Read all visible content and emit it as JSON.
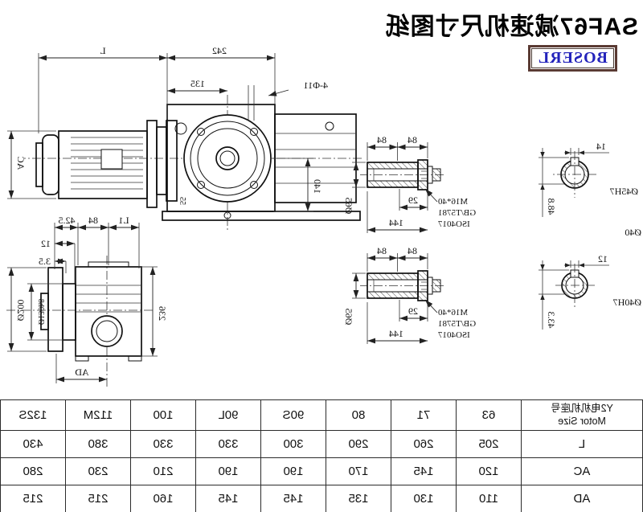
{
  "title": "SAF67减速机尺寸图纸",
  "logo": "BOSERL",
  "colors": {
    "line": "#111111",
    "logo_text": "#2323bb",
    "logo_border": "#5a3a33",
    "background": "#ffffff"
  },
  "main_view": {
    "dim_L": "L",
    "dim_242": "242",
    "dim_135": "135",
    "dim_holes": "4-Φ11",
    "dim_AC": "AC",
    "dim_140": "140",
    "dim_55": "55"
  },
  "side_view": {
    "dim_L1": "L1",
    "dim_84": "84",
    "dim_42_5": "42.5",
    "dim_12": "12",
    "dim_3_5": "3.5",
    "dim_od200": "Ø200",
    "dim_od130": "Ø130h8",
    "dim_236": "236",
    "dim_AD": "AD"
  },
  "shaft_detail": {
    "dim_84_left": "84",
    "dim_84_right": "84",
    "dim_od65": "Ø65",
    "dim_29": "29",
    "dim_144": "144",
    "note_line1": "M16*40",
    "note_line2": "GB/T5781",
    "note_line3": "ISO4017"
  },
  "bore_detail_45": {
    "dim_key_width": "14",
    "label_bore": "Ø45H7",
    "dim_key_depth": "48.8",
    "label_option": "Ø40"
  },
  "bore_detail_40": {
    "dim_key_width": "12",
    "label_bore": "Ø40H7",
    "dim_key_depth": "43.3"
  },
  "table": {
    "header_line1": "Y2电机机座号",
    "header_line2": "Motor Size",
    "frame_sizes": [
      "63",
      "71",
      "80",
      "90S",
      "90L",
      "100",
      "112M",
      "132S"
    ],
    "rows": [
      {
        "label": "L",
        "values": [
          "205",
          "260",
          "290",
          "300",
          "330",
          "330",
          "380",
          "430"
        ]
      },
      {
        "label": "AC",
        "values": [
          "120",
          "145",
          "170",
          "190",
          "190",
          "210",
          "230",
          "280"
        ]
      },
      {
        "label": "AD",
        "values": [
          "110",
          "130",
          "135",
          "145",
          "145",
          "160",
          "215",
          "215"
        ]
      }
    ]
  }
}
